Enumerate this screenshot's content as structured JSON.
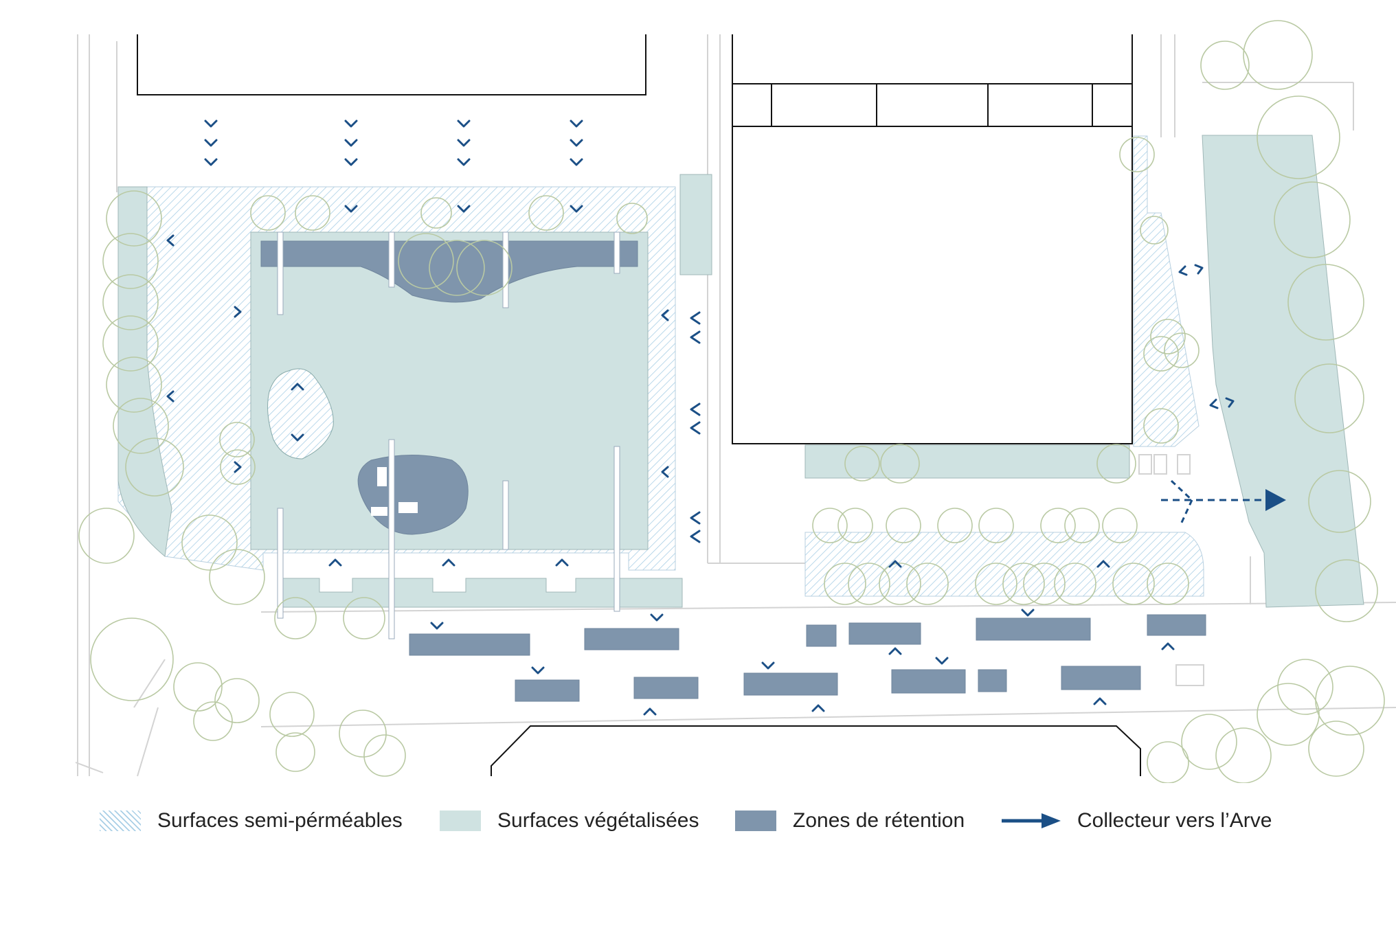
{
  "legend": {
    "items": [
      {
        "key": "hatch",
        "label": "Surfaces semi-pérméables",
        "swatch": "hatch",
        "color": "#a9cfe6"
      },
      {
        "key": "veg",
        "label": "Surfaces végétalisées",
        "swatch": "fill",
        "color": "#cfe2e1"
      },
      {
        "key": "ret",
        "label": "Zones de rétention",
        "swatch": "fill",
        "color": "#7f95ac"
      },
      {
        "key": "arrow",
        "label": "Collecteur vers l’Arve",
        "swatch": "arrow",
        "color": "#1b4f86"
      }
    ]
  },
  "map_style": {
    "building_stroke": "#111111",
    "street_line": "#cfcfcf",
    "tree_stroke": "#b9c9a3",
    "flow_arrow": "#1b4f86",
    "hatch_line": "#a9cfe6",
    "vegetated": "#cfe2e1",
    "retention": "#7f95ac"
  }
}
